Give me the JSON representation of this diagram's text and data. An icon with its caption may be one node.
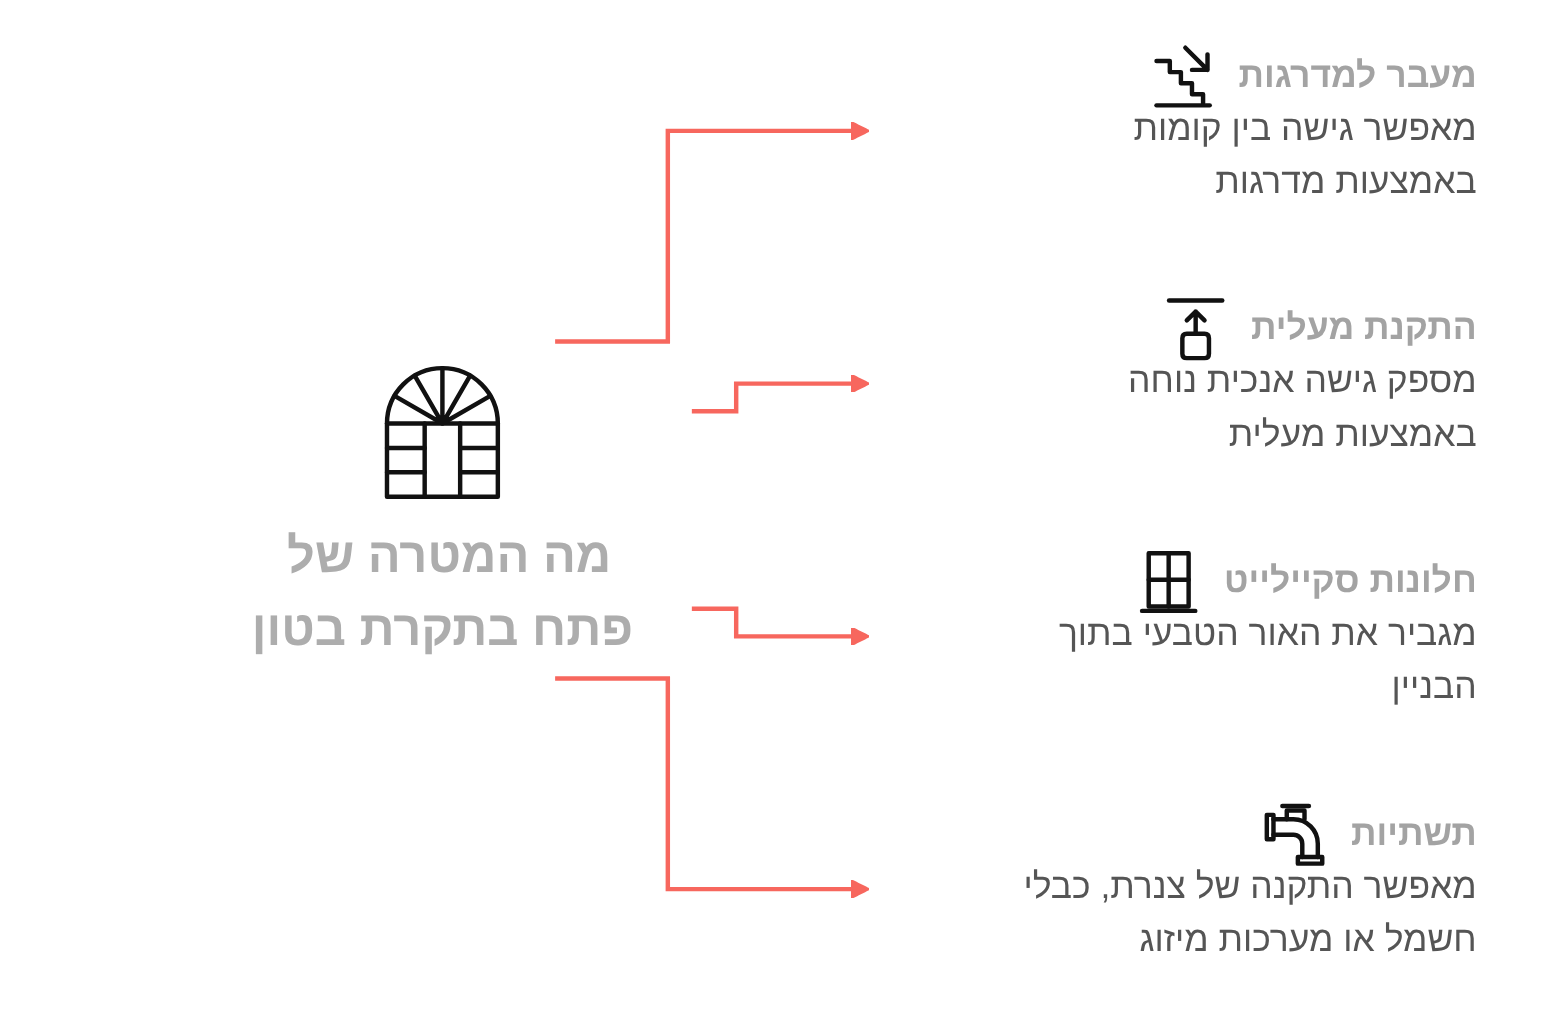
{
  "diagram": {
    "nodes": [
      {
        "text": [
          "מה המטרה של פתח בתקרת בטון"
        ]
      },
      {
        "text": [
          "מעבר למדרגות",
          "מאפשר גישה בין קומות באמצעות מדרגות"
        ]
      },
      {
        "text": [
          "התקנת מעלית",
          "מספק גישה אנכית נוחה באמצעות מעלית"
        ]
      },
      {
        "text": [
          "חלונות סקיילייט",
          "מגביר את האור הטבעי בתוך הבניין"
        ]
      },
      {
        "text": [
          "תשתיות",
          "מאפשר התקנה של צנרת, כבלי חשמל או מערכות מיזוג"
        ]
      }
    ],
    "edges": [
      {
        "from": 0,
        "to": 1,
        "arrow": "to"
      },
      {
        "from": 0,
        "to": 2,
        "arrow": "to"
      },
      {
        "from": 0,
        "to": 3,
        "arrow": "to"
      },
      {
        "from": 0,
        "to": 4,
        "arrow": "to"
      }
    ]
  }
}
